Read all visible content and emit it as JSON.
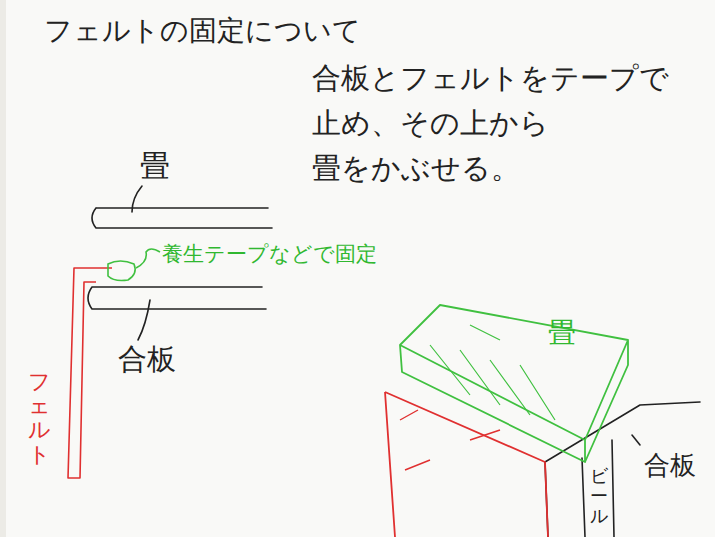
{
  "diagram": {
    "title": "フェルトの固定について",
    "labels": [
      "合板とフェルトをテープで 止め、その上から 畳をかぶせる。",
      "畳",
      "養生テープなどで固定",
      "合板",
      "フェルト",
      "畳",
      "合板",
      "ビール"
    ]
  }
}
